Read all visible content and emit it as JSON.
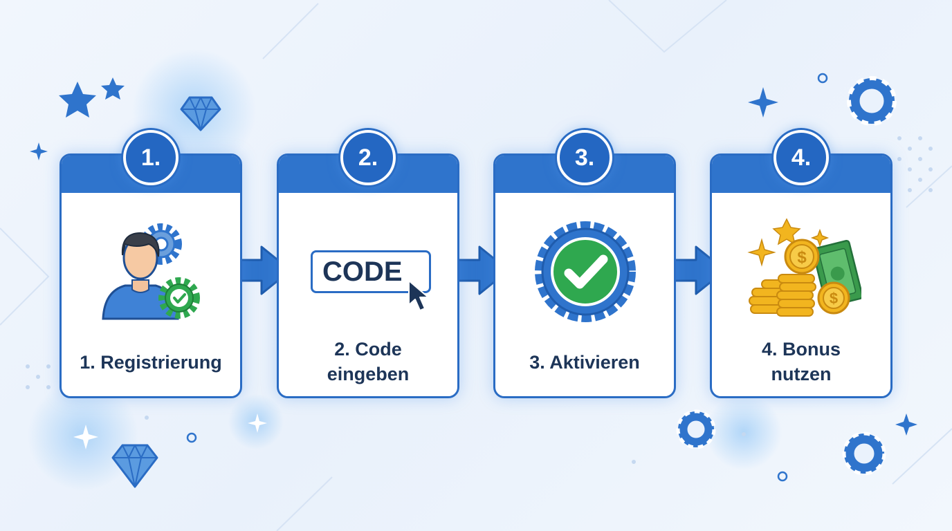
{
  "steps": [
    {
      "number": "1.",
      "label": "1. Registrierung",
      "icon": "user-gear-check-icon"
    },
    {
      "number": "2.",
      "label_line1": "2. Code",
      "label_line2": "eingeben",
      "icon": "code-input-cursor-icon",
      "code_text": "CODE"
    },
    {
      "number": "3.",
      "label": "3. Aktivieren",
      "icon": "verified-badge-check-icon"
    },
    {
      "number": "4.",
      "label_line1": "4. Bonus",
      "label_line2": "nutzen",
      "icon": "coins-money-icon"
    }
  ],
  "colors": {
    "primary": "#2f74cc",
    "dark_text": "#1d3558",
    "success": "#2fa84f",
    "gold": "#f2b51f",
    "money": "#3a9a4c"
  }
}
